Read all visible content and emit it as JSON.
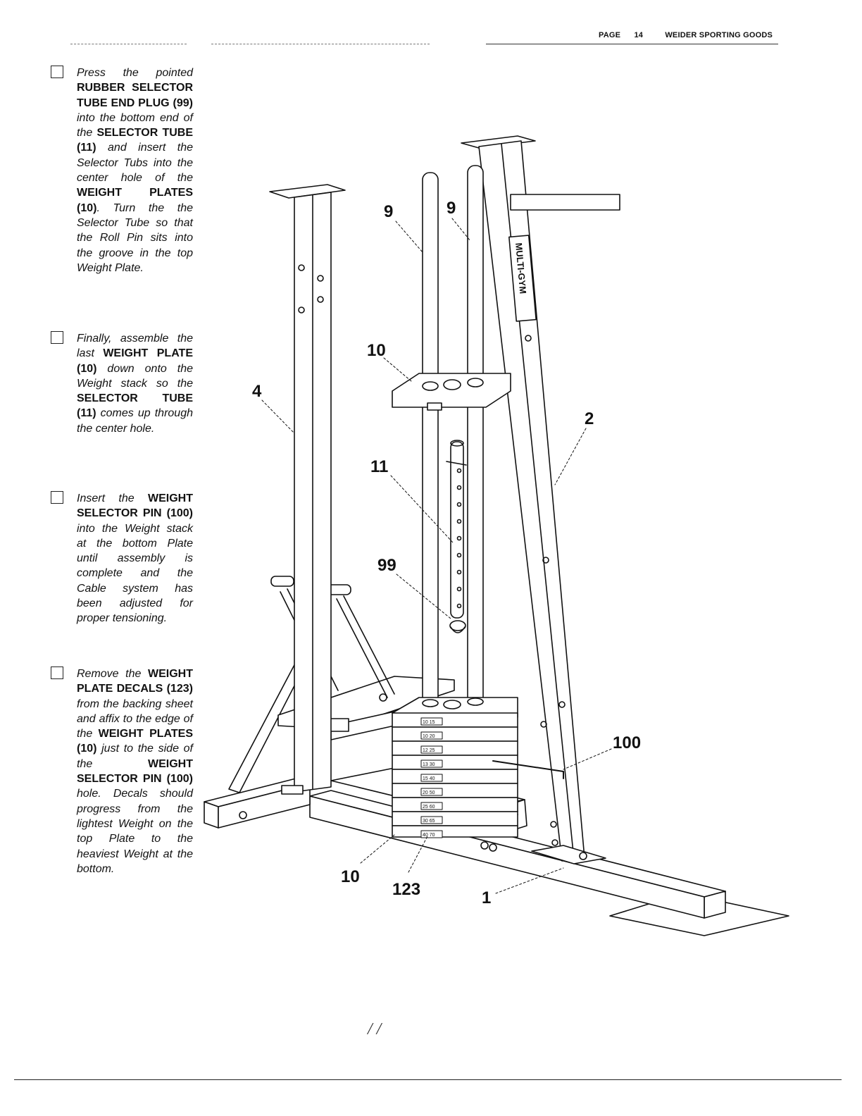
{
  "header": {
    "page_label": "PAGE",
    "page_number": "14",
    "company": "WEIDER SPORTING GOODS"
  },
  "steps": [
    {
      "id": "s1",
      "html": "Press the pointed <b>RUBBER SELECTOR TUBE END PLUG (99)</b> into the bottom end of the <b>SELECTOR TUBE (11)</b> and insert the Selector Tubs into the center hole of the <b>WEIGHT PLATES (10)</b>. Turn the the Selector Tube so that the Roll Pin sits into the groove in the top Weight Plate."
    },
    {
      "id": "s2",
      "html": "Finally, assemble the last <b>WEIGHT PLATE (10)</b> down onto the Weight stack so the <b>SELECTOR TUBE (11)</b> comes up through the center hole."
    },
    {
      "id": "s3",
      "html": "Insert the <b>WEIGHT SELECTOR PIN (100)</b> into the Weight stack at the bottom Plate until assembly is complete and the Cable system has been adjusted for proper tensioning."
    },
    {
      "id": "s4",
      "html": "Remove the <b>WEIGHT PLATE DECALS (123)</b> from the backing sheet and affix to the edge of the <b>WEIGHT PLATES (10)</b> just to the side of the <b>WEIGHT SELECTOR PIN (100)</b> hole. Decals should progress from the lightest Weight on the top Plate to the heaviest Weight at the bottom."
    }
  ],
  "callouts": {
    "c9a": "9",
    "c9b": "9",
    "c10top": "10",
    "c4": "4",
    "c2": "2",
    "c11": "11",
    "c99": "99",
    "c100": "100",
    "c10bot": "10",
    "c123": "123",
    "c1": "1"
  },
  "frame_brand": "MULTI-GYM",
  "plate_decals": [
    "10 15",
    "10 20",
    "12 25",
    "13 30",
    "15 40",
    "20 50",
    "25 60",
    "30 65",
    "40 70"
  ],
  "stray_mark": "/ /",
  "colors": {
    "ink": "#111111",
    "paper": "#ffffff"
  }
}
